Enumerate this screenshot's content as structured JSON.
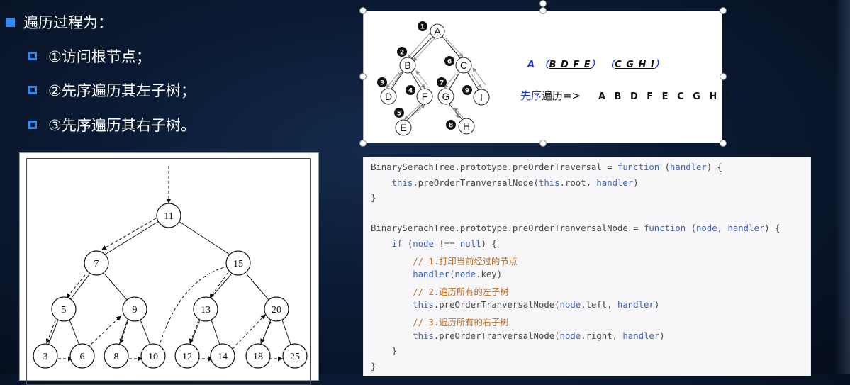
{
  "bullets": {
    "main": "遍历过程为：",
    "items": [
      "①访问根节点；",
      "②先序遍历其左子树；",
      "③先序遍历其右子树。"
    ]
  },
  "diagram": {
    "nodes": {
      "root": "A",
      "b": "B",
      "c": "C",
      "d": "D",
      "f": "F",
      "e": "E",
      "g": "G",
      "i": "I",
      "h": "H"
    },
    "order_marks": [
      "1",
      "2",
      "3",
      "4",
      "5",
      "6",
      "7",
      "8",
      "9"
    ],
    "hint": {
      "a": "A",
      "open1": "（",
      "left_group": "B D F E",
      "close1": "）",
      "open2": "（",
      "right_group": "C G H I",
      "close2": "）"
    },
    "result": {
      "label_prefix": "先序",
      "label_suffix": "遍历=>",
      "sequence": "A B D F E C G H I"
    }
  },
  "tree": {
    "nodes": [
      "11",
      "7",
      "15",
      "5",
      "9",
      "13",
      "20",
      "3",
      "6",
      "8",
      "10",
      "12",
      "14",
      "18",
      "25"
    ]
  },
  "code": {
    "lines": [
      [
        {
          "t": "BinarySerachTree.prototype.preOrderTraversal = ",
          "s": "p"
        },
        {
          "t": "function",
          "s": "k"
        },
        {
          "t": " (",
          "s": "p"
        },
        {
          "t": "handler",
          "s": "f"
        },
        {
          "t": ") {",
          "s": "p"
        }
      ],
      [
        {
          "t": "    ",
          "s": "p"
        },
        {
          "t": "this",
          "s": "k"
        },
        {
          "t": ".preOrderTranversalNode(",
          "s": "p"
        },
        {
          "t": "this",
          "s": "k"
        },
        {
          "t": ".root, ",
          "s": "p"
        },
        {
          "t": "handler",
          "s": "f"
        },
        {
          "t": ")",
          "s": "p"
        }
      ],
      [
        {
          "t": "}",
          "s": "p"
        }
      ],
      [
        {
          "t": "",
          "s": "p"
        }
      ],
      [
        {
          "t": "BinarySerachTree.prototype.preOrderTranversalNode = ",
          "s": "p"
        },
        {
          "t": "function",
          "s": "k"
        },
        {
          "t": " (",
          "s": "p"
        },
        {
          "t": "node",
          "s": "f"
        },
        {
          "t": ", ",
          "s": "p"
        },
        {
          "t": "handler",
          "s": "f"
        },
        {
          "t": ") {",
          "s": "p"
        }
      ],
      [
        {
          "t": "    ",
          "s": "p"
        },
        {
          "t": "if",
          "s": "k"
        },
        {
          "t": " (",
          "s": "p"
        },
        {
          "t": "node",
          "s": "f"
        },
        {
          "t": " !== ",
          "s": "p"
        },
        {
          "t": "null",
          "s": "k"
        },
        {
          "t": ") {",
          "s": "p"
        }
      ],
      [
        {
          "t": "        ",
          "s": "p"
        },
        {
          "t": "// 1.打印当前经过的节点",
          "s": "c"
        }
      ],
      [
        {
          "t": "        ",
          "s": "p"
        },
        {
          "t": "handler",
          "s": "f"
        },
        {
          "t": "(",
          "s": "p"
        },
        {
          "t": "node",
          "s": "f"
        },
        {
          "t": ".key)",
          "s": "p"
        }
      ],
      [
        {
          "t": "        ",
          "s": "p"
        },
        {
          "t": "// 2.遍历所有的左子树",
          "s": "c"
        }
      ],
      [
        {
          "t": "        ",
          "s": "p"
        },
        {
          "t": "this",
          "s": "k"
        },
        {
          "t": ".preOrderTranversalNode(",
          "s": "p"
        },
        {
          "t": "node",
          "s": "f"
        },
        {
          "t": ".left, ",
          "s": "p"
        },
        {
          "t": "handler",
          "s": "f"
        },
        {
          "t": ")",
          "s": "p"
        }
      ],
      [
        {
          "t": "        ",
          "s": "p"
        },
        {
          "t": "// 3.遍历所有的右子树",
          "s": "c"
        }
      ],
      [
        {
          "t": "        ",
          "s": "p"
        },
        {
          "t": "this",
          "s": "k"
        },
        {
          "t": ".preOrderTranversalNode(",
          "s": "p"
        },
        {
          "t": "node",
          "s": "f"
        },
        {
          "t": ".right, ",
          "s": "p"
        },
        {
          "t": "handler",
          "s": "f"
        },
        {
          "t": ")",
          "s": "p"
        }
      ],
      [
        {
          "t": "    }",
          "s": "p"
        }
      ],
      [
        {
          "t": "}",
          "s": "p"
        }
      ]
    ]
  }
}
